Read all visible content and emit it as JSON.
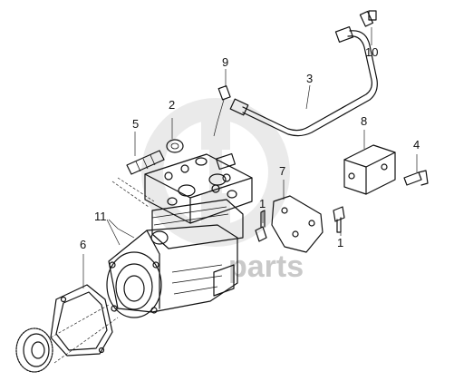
{
  "callouts": {
    "c1a": "1",
    "c1b": "1",
    "c2": "2",
    "c3": "3",
    "c4": "4",
    "c5": "5",
    "c6": "6",
    "c7": "7",
    "c8": "8",
    "c9": "9",
    "c10": "10",
    "c11": "11"
  },
  "watermark": {
    "text": "parts",
    "logo": "gd-logo-watermark"
  },
  "colors": {
    "line": "#111111",
    "part_fill": "#ffffff",
    "dark_fill": "#2a2a2a",
    "watermark": "#c9c9c9"
  }
}
